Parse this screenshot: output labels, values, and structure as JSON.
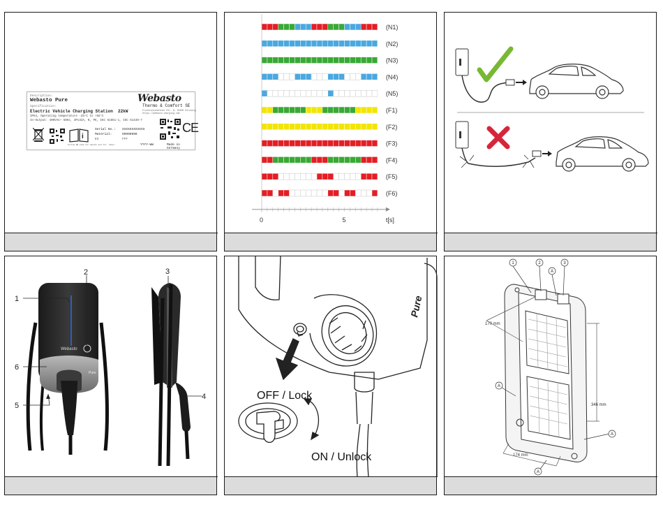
{
  "label": {
    "description_label": "Description:",
    "product_name": "Webasto Pure",
    "specification_label": "Specification:",
    "spec_line": "Electric Vehicle Charging Station  22kW",
    "temp_line": "IP54, Operating temperature -25°C to +55°C",
    "io_line": "In-Output: 400VAC~ 50Hz, 3Px32A, N, PE, IEC 61851-1, IEC 61439-7",
    "brand": "Webasto",
    "company": "Thermo & Comfort SE",
    "address": "Friedrichshafener Str. 9, 82205 Gilching",
    "url": "https://webasto-charging.com",
    "serial_label": "Serial No.:",
    "serial_value": "XXXXXXXXXXXX",
    "material_label": "Material:",
    "material_value": "99999999",
    "es_label": "ES",
    "fff_label": "FFF",
    "date_code": "YYYY-WW",
    "made_in": "Made in Germany",
    "ce_mark": "CE",
    "manual_note": "Follow QR code for manual and Tel. label"
  },
  "led_chart": {
    "rows": [
      {
        "code": "(N1)",
        "cells": "RRRGGGBBBRRRGGGBBBRRR"
      },
      {
        "code": "(N2)",
        "cells": "BBBBBBBBBBBBBBBBBBBBB"
      },
      {
        "code": "(N3)",
        "cells": "GGGGGGGGGGGGGGGGGGGGG"
      },
      {
        "code": "(N4)",
        "cells": "BBB...BBB...BBB...BBB"
      },
      {
        "code": "(N5)",
        "cells": "B...........B........"
      },
      {
        "code": "(F1)",
        "cells": "YYGGGGGGYYYGGGGGGYYYY"
      },
      {
        "code": "(F2)",
        "cells": "YYYYYYYYYYYYYYYYYYYYY"
      },
      {
        "code": "(F3)",
        "cells": "RRRRRRRRRRRRRRRRRRRRR"
      },
      {
        "code": "(F4)",
        "cells": "RRGGGGGGGRRRGGGGGGRRR"
      },
      {
        "code": "(F5)",
        "cells": "RRR.......RRR.....RRR"
      },
      {
        "code": "(F6)",
        "cells": "RR.RR.......RR.RR...R"
      }
    ],
    "x_ticks": [
      "0",
      "5"
    ],
    "x_unit": "t[s]",
    "colors": {
      "R": "#e31e24",
      "G": "#39a935",
      "B": "#4aa8df",
      "Y": "#f2e500"
    }
  },
  "connection": {
    "ok_icon": "check-mark-icon",
    "fail_icon": "cross-mark-icon",
    "ok_color": "#78b833",
    "fail_color": "#d5263b"
  },
  "device": {
    "callouts": [
      "1",
      "2",
      "3",
      "4",
      "5",
      "6"
    ],
    "logo": "Webasto",
    "side_text": "Pure"
  },
  "lock": {
    "brand": "Pure",
    "off_label": "OFF / Lock",
    "on_label": "ON / Unlock"
  },
  "mount": {
    "callouts": [
      "1",
      "2",
      "A",
      "3"
    ],
    "hole_marker": "A",
    "dim_170": "170 mm",
    "dim_346": "346 mm",
    "dim_174": "174 mm"
  },
  "captions": [
    "",
    "",
    "",
    "",
    "",
    ""
  ]
}
